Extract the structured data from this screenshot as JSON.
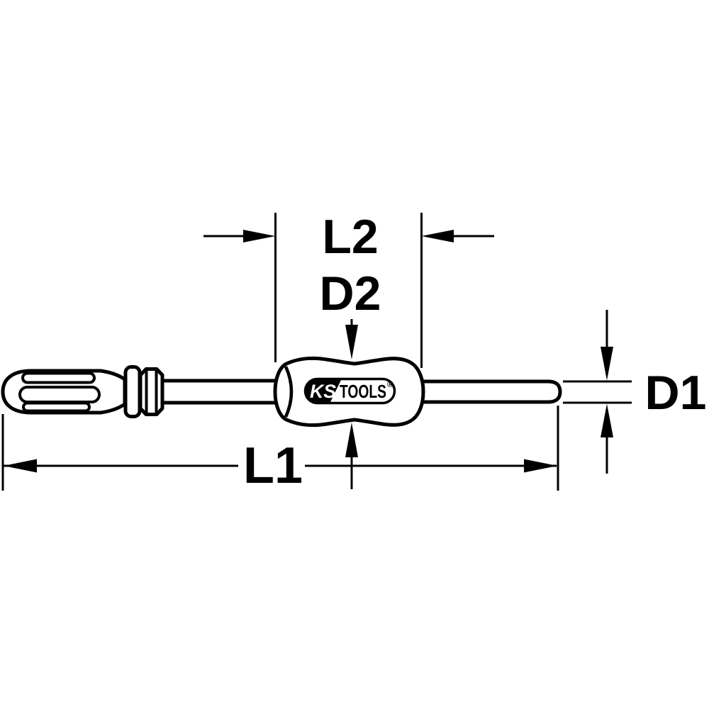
{
  "labels": {
    "l2": "L2",
    "d2": "D2",
    "l1": "L1",
    "d1": "D1"
  },
  "logo": {
    "ks": "KS",
    "tools": "TOOLS",
    "registered": "®"
  },
  "colors": {
    "line": "#000000",
    "background": "#ffffff"
  }
}
